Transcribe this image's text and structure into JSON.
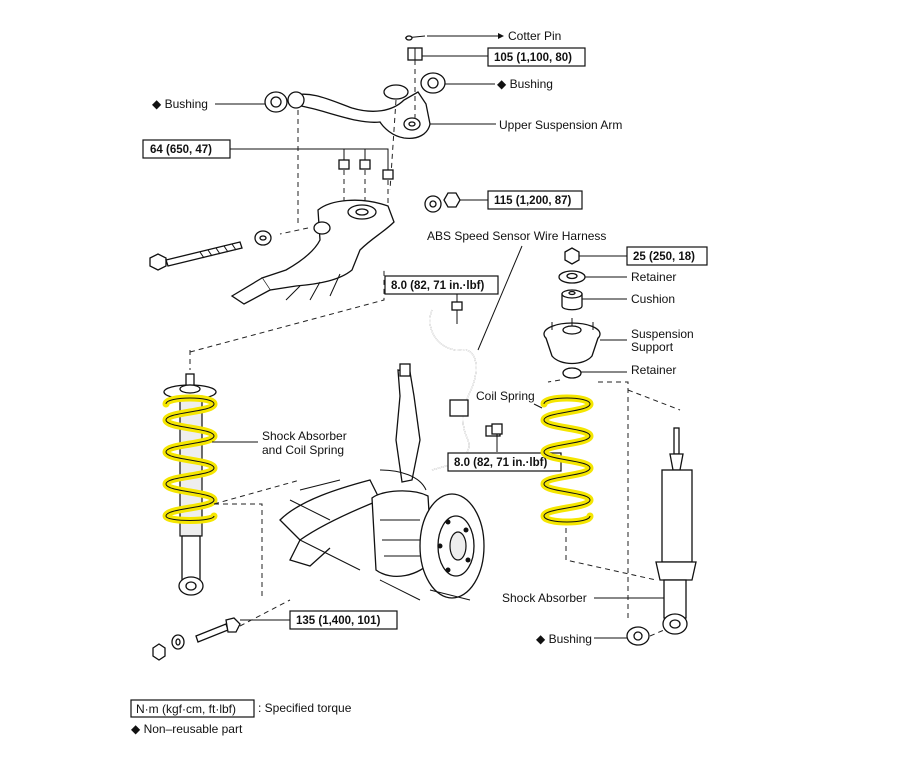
{
  "labels": {
    "cotter_pin": "Cotter Pin",
    "bushing_top_right": "◆ Bushing",
    "bushing_top_left": "◆ Bushing",
    "upper_arm": "Upper Suspension Arm",
    "abs_harness": "ABS Speed Sensor Wire Harness",
    "retainer_top": "Retainer",
    "cushion": "Cushion",
    "suspension_support_1": "Suspension",
    "suspension_support_2": "Support",
    "retainer_bottom": "Retainer",
    "coil_spring": "Coil Spring",
    "shock_coil_1": "Shock Absorber",
    "shock_coil_2": "and Coil Spring",
    "shock_absorber": "Shock Absorber",
    "bushing_bottom": "◆ Bushing"
  },
  "torques": {
    "t105": "105 (1,100, 80)",
    "t64": "64 (650, 47)",
    "t115": "115 (1,200, 87)",
    "t25": "25 (250, 18)",
    "t8a": "8.0 (82, 71 in.·lbf)",
    "t8b": "8.0 (82, 71 in.·lbf)",
    "t135": "135 (1,400, 101)"
  },
  "legend": {
    "unit_box": "N·m (kgf·cm, ft·lbf)",
    "unit_text": ": Specified torque",
    "nonreusable": "◆ Non–reusable part"
  },
  "colors": {
    "highlight": "#f5e600"
  }
}
